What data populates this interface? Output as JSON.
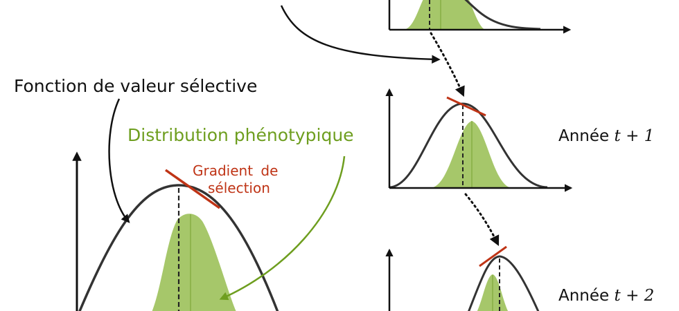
{
  "labels": {
    "fitness_function": "Fonction de valeur sélective",
    "phenotype_distribution": "Distribution phénotypique",
    "selection_gradient_line1": "Gradient de",
    "selection_gradient_line2": "sélection"
  },
  "years": [
    {
      "word": "Année",
      "var": "t",
      "op": "+",
      "num": "1"
    },
    {
      "word": "Année",
      "var": "t",
      "op": "+",
      "num": "2"
    }
  ],
  "colors": {
    "curve": "#333333",
    "arrow": "#111111",
    "distribution_fill": "#a6c76a",
    "distribution_mean": "#7fa83a",
    "phenotype_label": "#6e9e1f",
    "gradient": "#bf3416"
  }
}
